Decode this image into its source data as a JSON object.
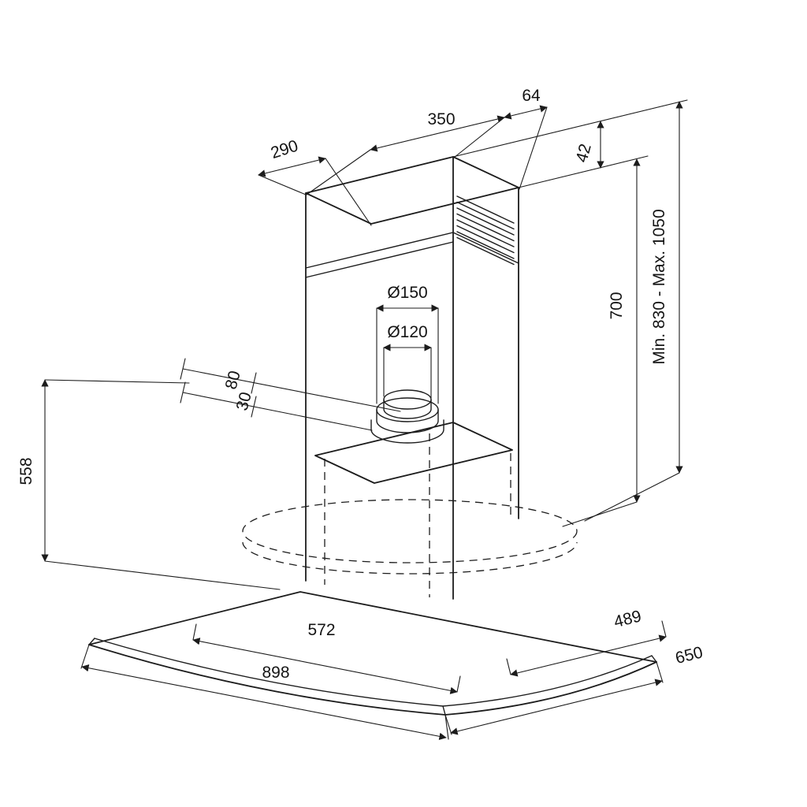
{
  "page": {
    "background": "#ffffff",
    "ink": "#1c1c1c"
  },
  "diagram": {
    "subject": "Island range hood with curved glass canopy - dimensional drawing",
    "dims": {
      "d290": "290",
      "d350": "350",
      "d64": "64",
      "d42": "42",
      "d150": "Ø150",
      "d120": "Ø120",
      "d80": "80",
      "d30": "30",
      "d558": "558",
      "d700": "700",
      "dminmax": "Min. 830 - Max. 1050",
      "d572": "572",
      "d489": "489",
      "d898": "898",
      "d650": "650"
    }
  }
}
